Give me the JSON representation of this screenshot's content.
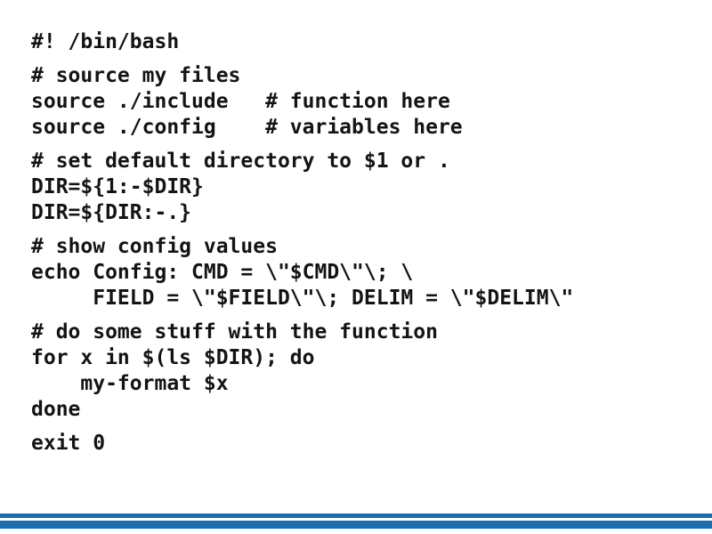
{
  "page": {
    "background_color": "#ffffff",
    "text_color": "#141414",
    "accent_color": "#1b6cb0"
  },
  "code": {
    "language": "bash",
    "blocks": [
      {
        "lines": [
          "#! /bin/bash"
        ]
      },
      {
        "lines": [
          "# source my files",
          "source ./include   # function here",
          "source ./config    # variables here"
        ]
      },
      {
        "lines": [
          "# set default directory to $1 or .",
          "DIR=${1:-$DIR}",
          "DIR=${DIR:-.}"
        ]
      },
      {
        "lines": [
          "# show config values",
          "echo Config: CMD = \\\"$CMD\\\"\\; \\",
          "     FIELD = \\\"$FIELD\\\"\\; DELIM = \\\"$DELIM\\\""
        ]
      },
      {
        "lines": [
          "# do some stuff with the function",
          "for x in $(ls $DIR); do",
          "    my-format $x",
          "done"
        ]
      },
      {
        "lines": [
          "exit 0"
        ]
      }
    ]
  }
}
